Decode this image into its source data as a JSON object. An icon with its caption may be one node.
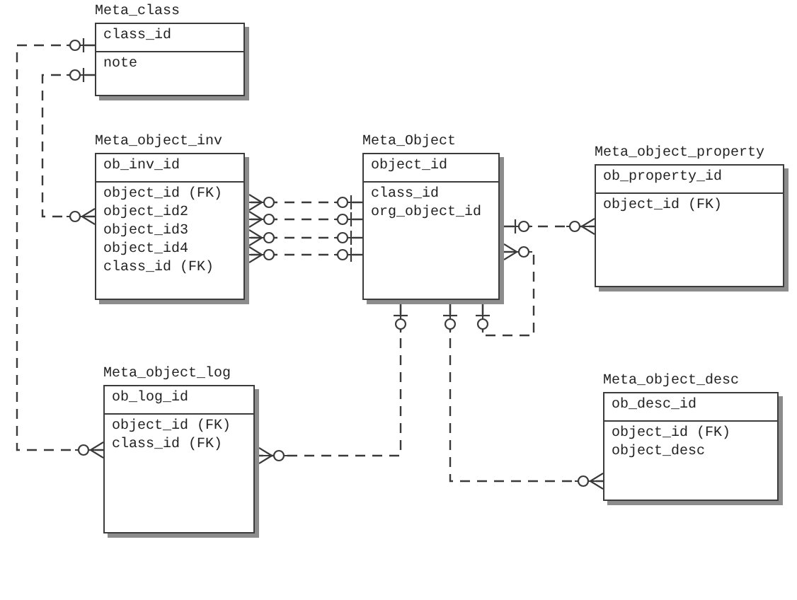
{
  "diagram": {
    "nodes": [
      {
        "text": [
          "Meta_class",
          "class_id",
          "note"
        ]
      },
      {
        "text": [
          "Meta_object_inv",
          "ob_inv_id",
          "object_id (FK)",
          "object_id2",
          "object_id3",
          "object_id4",
          "class_id (FK)"
        ]
      },
      {
        "text": [
          "Meta_Object",
          "object_id",
          "class_id",
          "org_object_id"
        ]
      },
      {
        "text": [
          "Meta_object_property",
          "ob_property_id",
          "object_id (FK)"
        ]
      },
      {
        "text": [
          "Meta_object_log",
          "ob_log_id",
          "object_id (FK)",
          "class_id (FK)"
        ]
      },
      {
        "text": [
          "Meta_object_desc",
          "ob_desc_id",
          "object_id (FK)",
          "object_desc"
        ]
      }
    ],
    "edges": [
      {
        "from": 0,
        "to": 4,
        "arrow": "other",
        "style": "dashed"
      },
      {
        "from": 0,
        "to": 1,
        "arrow": "other",
        "style": "dashed"
      },
      {
        "from": 2,
        "to": 1,
        "arrow": "other",
        "style": "dashed"
      },
      {
        "from": 2,
        "to": 1,
        "arrow": "other",
        "style": "dashed"
      },
      {
        "from": 2,
        "to": 1,
        "arrow": "other",
        "style": "dashed"
      },
      {
        "from": 2,
        "to": 1,
        "arrow": "other",
        "style": "dashed"
      },
      {
        "from": 2,
        "to": 3,
        "arrow": "other",
        "style": "dashed"
      },
      {
        "from": 2,
        "to": 2,
        "arrow": "other",
        "style": "dashed"
      },
      {
        "from": 2,
        "to": 4,
        "arrow": "other",
        "style": "dashed"
      },
      {
        "from": 2,
        "to": 5,
        "arrow": "other",
        "style": "dashed"
      }
    ]
  }
}
